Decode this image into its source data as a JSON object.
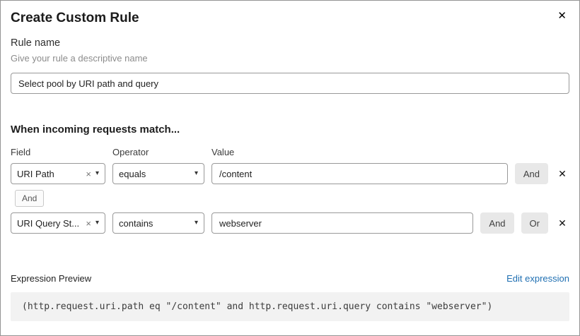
{
  "modal": {
    "title": "Create Custom Rule",
    "close_icon": "✕"
  },
  "rule_name": {
    "label": "Rule name",
    "hint": "Give your rule a descriptive name",
    "value": "Select pool by URI path and query"
  },
  "match": {
    "heading": "When incoming requests match...",
    "columns": {
      "field": "Field",
      "operator": "Operator",
      "value": "Value"
    },
    "connector": "And",
    "rows": [
      {
        "field": "URI Path",
        "operator": "equals",
        "value": "/content",
        "buttons": [
          "And"
        ]
      },
      {
        "field": "URI Query St...",
        "operator": "contains",
        "value": "webserver",
        "buttons": [
          "And",
          "Or"
        ]
      }
    ]
  },
  "expression": {
    "label": "Expression Preview",
    "edit_link": "Edit expression",
    "code": "(http.request.uri.path eq \"/content\" and http.request.uri.query contains \"webserver\")"
  },
  "icons": {
    "clear": "×",
    "caret": "▾",
    "remove": "✕"
  },
  "colors": {
    "link": "#1f6fb2",
    "button_bg": "#e8e8e8",
    "code_bg": "#f2f2f2",
    "input_border": "#999999"
  }
}
